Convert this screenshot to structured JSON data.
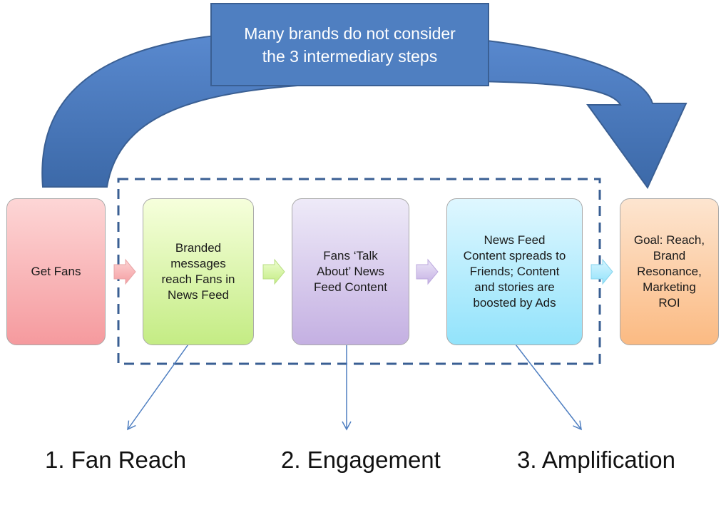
{
  "callout": {
    "text": "Many brands do not consider\nthe 3 intermediary steps"
  },
  "steps": [
    {
      "text": "Get Fans"
    },
    {
      "text": "Branded\nmessages\nreach Fans in\nNews Feed"
    },
    {
      "text": "Fans ‘Talk\nAbout’ News\nFeed Content"
    },
    {
      "text": "News Feed\nContent spreads to\nFriends; Content\nand stories are\nboosted by Ads"
    },
    {
      "text": "Goal: Reach,\nBrand\nResonance,\nMarketing\nROI"
    }
  ],
  "labels": {
    "fan_reach": "1. Fan Reach",
    "engagement": "2. Engagement",
    "amplification": "3. Amplification"
  },
  "colors": {
    "curved_arrow": "#4f7fc1",
    "dashed_border": "#3a5f93",
    "pointer_lines": "#4f7fc1"
  }
}
